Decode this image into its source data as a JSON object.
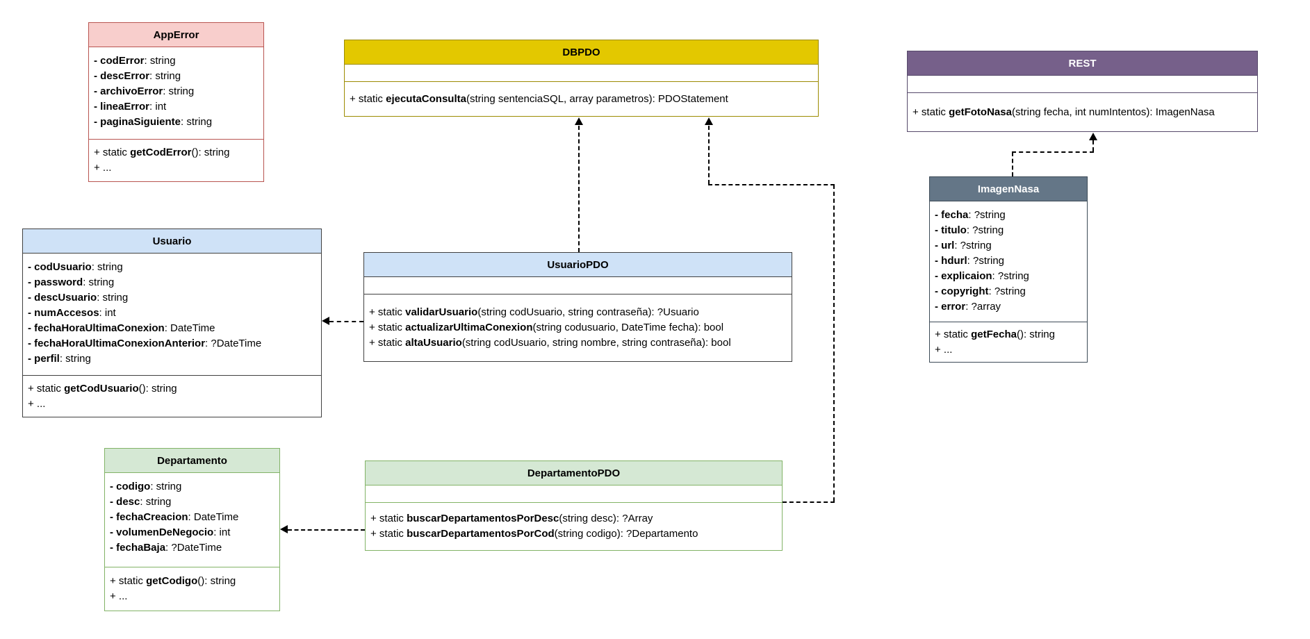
{
  "diagram": {
    "background": "#ffffff",
    "edge_color": "#000000",
    "classes": [
      {
        "name": "AppError",
        "header_fill": "#f8cecc",
        "border_color": "#b85450",
        "title_color": "#000000",
        "attributes": [
          {
            "label": "- codError",
            "type": ": string"
          },
          {
            "label": "- descError",
            "type": ": string"
          },
          {
            "label": "- archivoError",
            "type": ": string"
          },
          {
            "label": "- lineaError",
            "type": ": int"
          },
          {
            "label": "- paginaSiguiente",
            "type": ": string"
          }
        ],
        "methods": [
          {
            "pre": "+ static ",
            "name": "getCodError",
            "post": "(): string"
          },
          {
            "pre": "+ ...",
            "name": "",
            "post": ""
          }
        ]
      },
      {
        "name": "DBPDO",
        "header_fill": "#e3c800",
        "border_color": "#9c8a00",
        "title_color": "#000000",
        "attributes": [],
        "methods": [
          {
            "pre": "+ static ",
            "name": "ejecutaConsulta",
            "post": "(string sentenciaSQL, array parametros): PDOStatement"
          }
        ]
      },
      {
        "name": "REST",
        "header_fill": "#76608a",
        "border_color": "#56496a",
        "title_color": "#ffffff",
        "attributes": [],
        "methods": [
          {
            "pre": "+ static ",
            "name": "getFotoNasa",
            "post": "(string fecha, int numIntentos): ImagenNasa"
          }
        ]
      },
      {
        "name": "Usuario",
        "header_fill": "#cfe2f7",
        "border_color": "#404040",
        "title_color": "#000000",
        "attributes": [
          {
            "label": "- codUsuario",
            "type": ": string"
          },
          {
            "label": "- password",
            "type": ": string"
          },
          {
            "label": "- descUsuario",
            "type": ": string"
          },
          {
            "label": "- numAccesos",
            "type": ": int"
          },
          {
            "label": "- fechaHoraUltimaConexion",
            "type": ": DateTime"
          },
          {
            "label": "- fechaHoraUltimaConexionAnterior",
            "type": ": ?DateTime"
          },
          {
            "label": "- perfil",
            "type": ": string"
          }
        ],
        "methods": [
          {
            "pre": "+ static ",
            "name": "getCodUsuario",
            "post": "(): string"
          },
          {
            "pre": "+ ...",
            "name": "",
            "post": ""
          }
        ]
      },
      {
        "name": "UsuarioPDO",
        "header_fill": "#cfe2f7",
        "border_color": "#404040",
        "title_color": "#000000",
        "attributes": [],
        "methods": [
          {
            "pre": "+ static ",
            "name": "validarUsuario",
            "post": "(string codUsuario, string contraseña): ?Usuario"
          },
          {
            "pre": "+ static ",
            "name": "actualizarUltimaConexion",
            "post": "(string codusuario, DateTime fecha): bool"
          },
          {
            "pre": "+ static ",
            "name": "altaUsuario",
            "post": "(string codUsuario, string nombre, string contraseña): bool"
          }
        ]
      },
      {
        "name": "ImagenNasa",
        "header_fill": "#647687",
        "border_color": "#3c4a56",
        "title_color": "#ffffff",
        "attributes": [
          {
            "label": "- fecha",
            "type": ": ?string"
          },
          {
            "label": "- titulo",
            "type": ": ?string"
          },
          {
            "label": "- url",
            "type": ": ?string"
          },
          {
            "label": "- hdurl",
            "type": ": ?string"
          },
          {
            "label": "- explicaion",
            "type": ": ?string"
          },
          {
            "label": "- copyright",
            "type": ": ?string"
          },
          {
            "label": "- error",
            "type": ": ?array"
          }
        ],
        "methods": [
          {
            "pre": "+ static ",
            "name": "getFecha",
            "post": "(): string"
          },
          {
            "pre": "+ ...",
            "name": "",
            "post": ""
          }
        ]
      },
      {
        "name": "Departamento",
        "header_fill": "#d5e8d4",
        "border_color": "#82b366",
        "title_color": "#000000",
        "attributes": [
          {
            "label": "- codigo",
            "type": ": string"
          },
          {
            "label": "- desc",
            "type": ": string"
          },
          {
            "label": "- fechaCreacion",
            "type": ": DateTime"
          },
          {
            "label": "- volumenDeNegocio",
            "type": ": int"
          },
          {
            "label": "- fechaBaja",
            "type": ": ?DateTime"
          }
        ],
        "methods": [
          {
            "pre": "+ static ",
            "name": "getCodigo",
            "post": "(): string"
          },
          {
            "pre": "+ ...",
            "name": "",
            "post": ""
          }
        ]
      },
      {
        "name": "DepartamentoPDO",
        "header_fill": "#d5e8d4",
        "border_color": "#82b366",
        "title_color": "#000000",
        "attributes": [],
        "methods": [
          {
            "pre": "+ static ",
            "name": "buscarDepartamentosPorDesc",
            "post": "(string desc): ?Array"
          },
          {
            "pre": "+ static ",
            "name": "buscarDepartamentosPorCod",
            "post": "(string codigo): ?Departamento"
          }
        ]
      }
    ],
    "relations": [
      {
        "from": "UsuarioPDO",
        "to": "DBPDO",
        "type": "dependency",
        "style": "dashed"
      },
      {
        "from": "DepartamentoPDO",
        "to": "DBPDO",
        "type": "dependency",
        "style": "dashed"
      },
      {
        "from": "UsuarioPDO",
        "to": "Usuario",
        "type": "dependency",
        "style": "dashed"
      },
      {
        "from": "DepartamentoPDO",
        "to": "Departamento",
        "type": "dependency",
        "style": "dashed"
      },
      {
        "from": "ImagenNasa",
        "to": "REST",
        "type": "dependency",
        "style": "dashed"
      }
    ]
  }
}
